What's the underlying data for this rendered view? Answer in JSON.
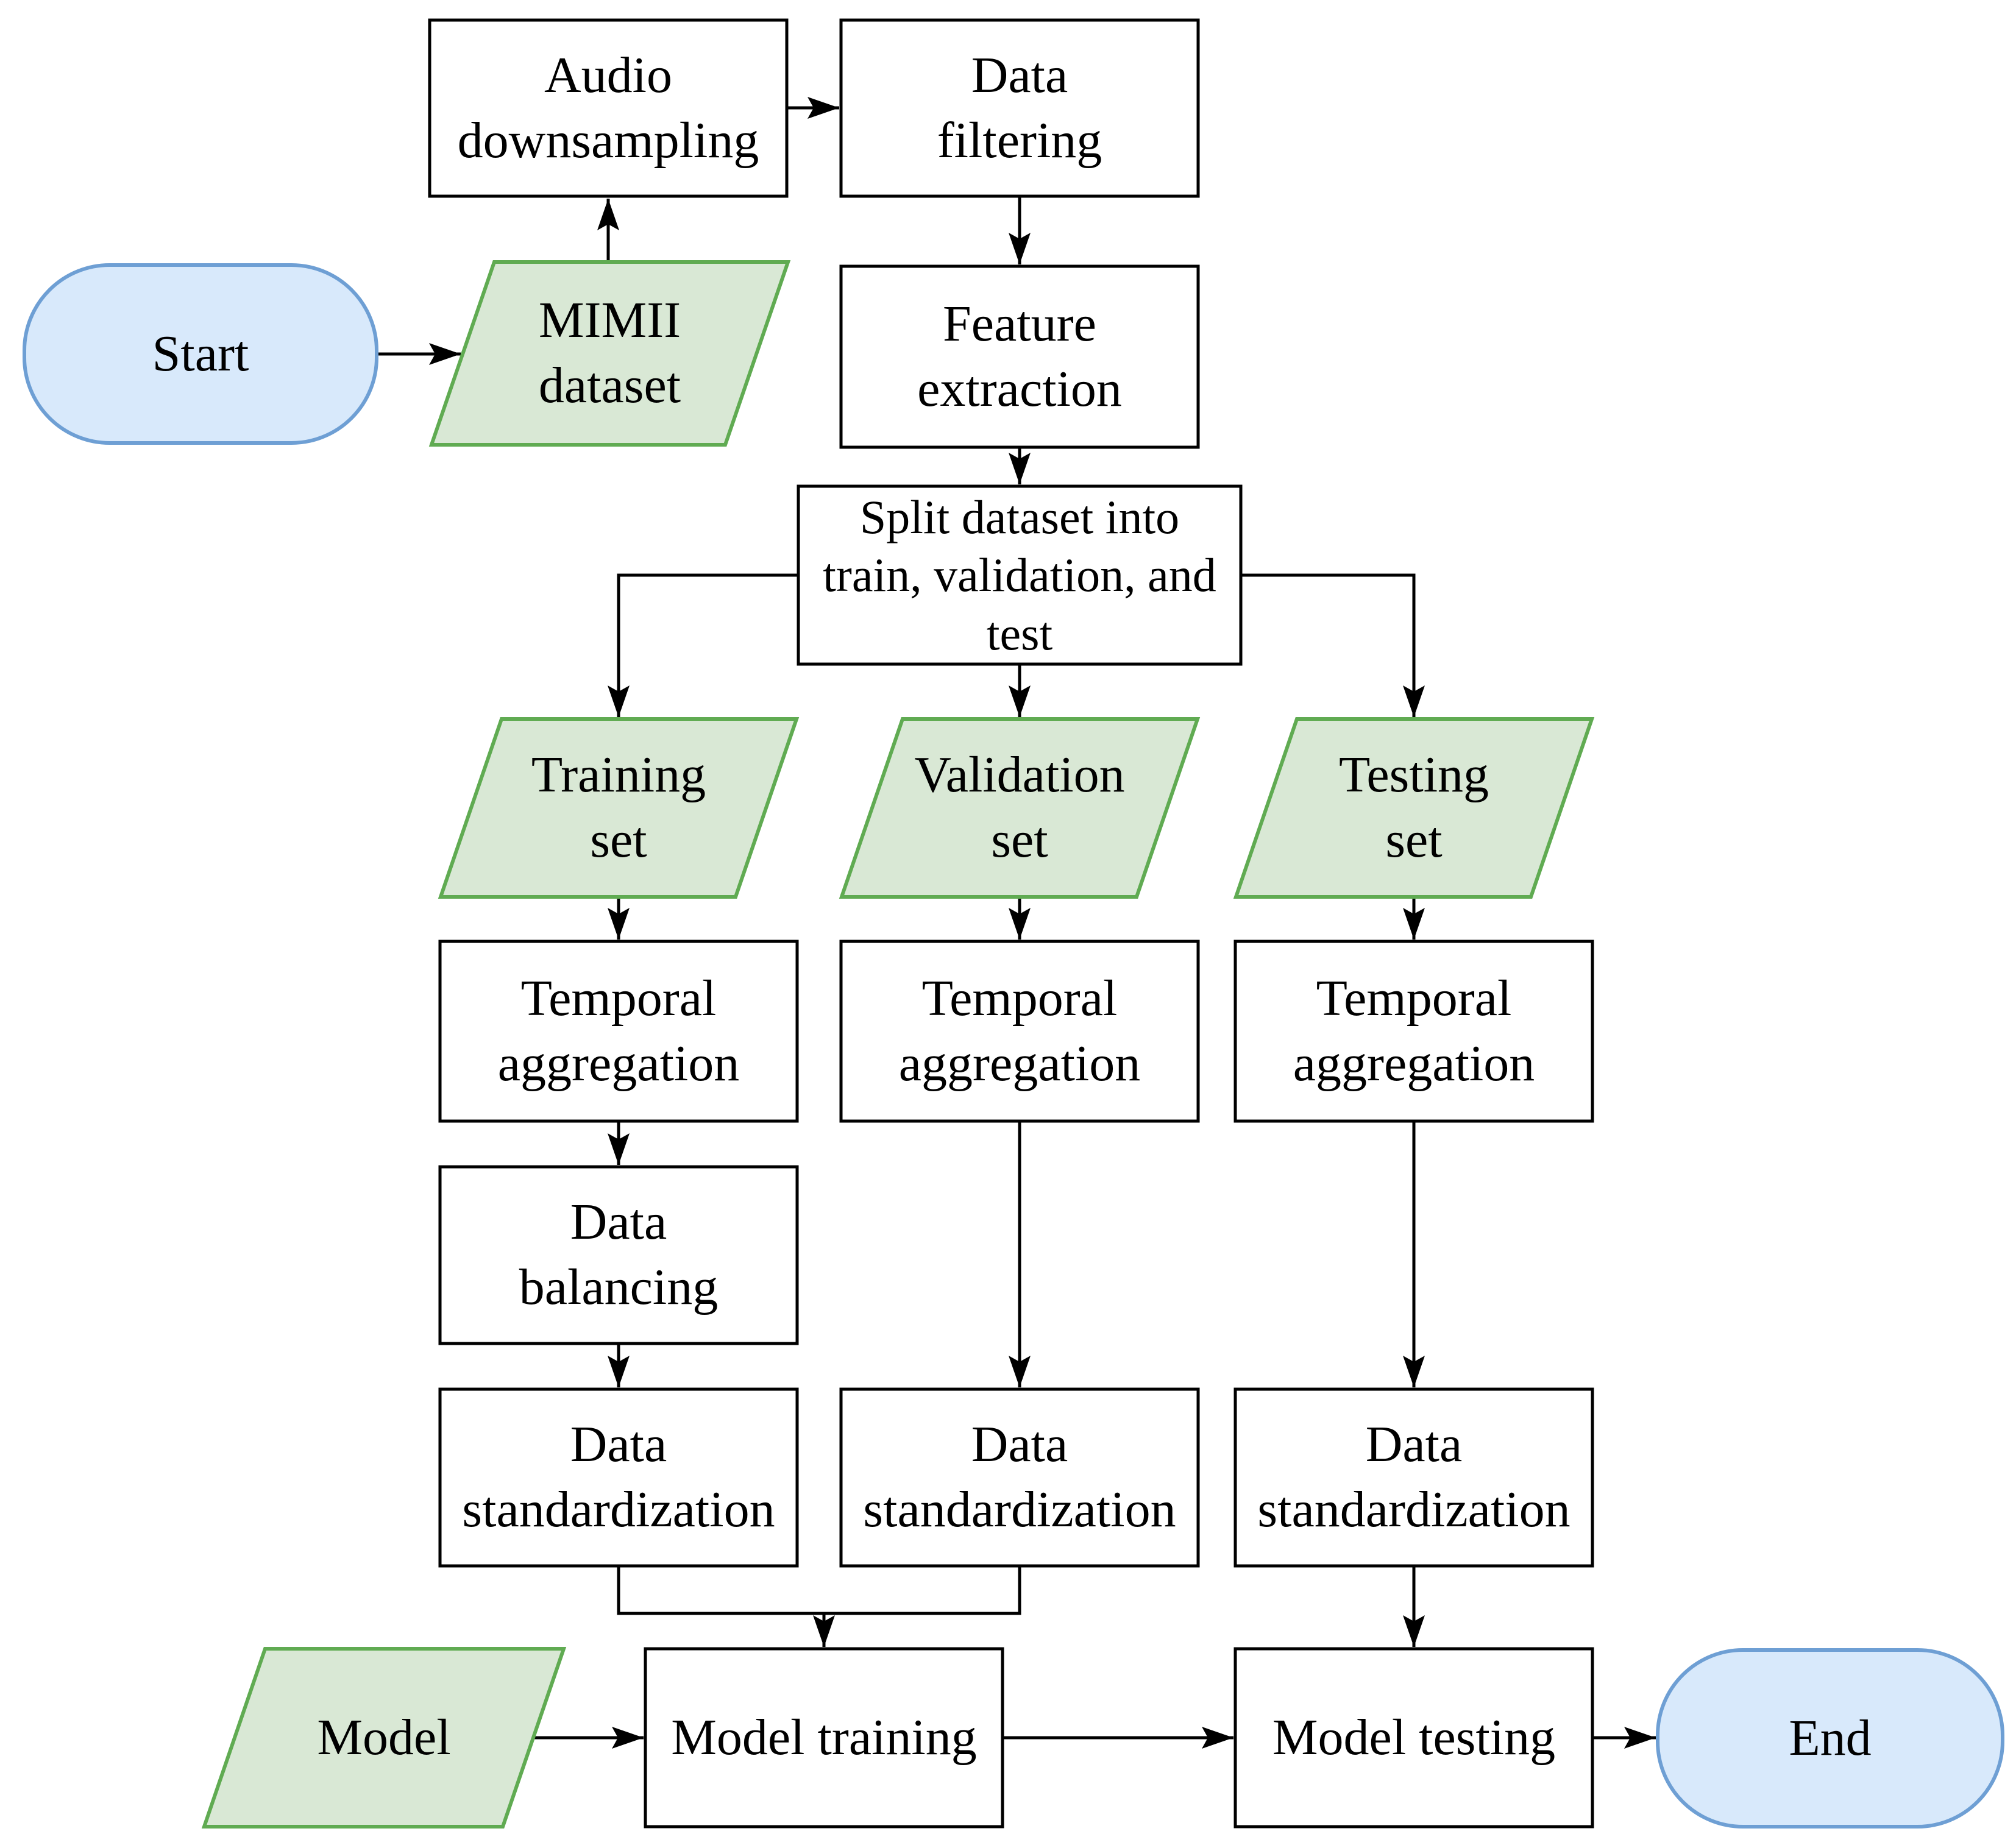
{
  "colors": {
    "background": "#ffffff",
    "terminator_fill": "#d8e9fb",
    "terminator_stroke": "#6e9fd4",
    "data_fill": "#d9e8d5",
    "data_stroke": "#60ab52",
    "process_fill": "#ffffff",
    "process_stroke": "#000000",
    "edge_color": "#000000",
    "text_color": "#000000"
  },
  "flowchart": {
    "nodes": {
      "start": {
        "label": "Start",
        "shape": "terminator"
      },
      "mimii_dataset": {
        "label": "MIMII\ndataset",
        "shape": "data"
      },
      "audio_downsampling": {
        "label": "Audio\ndownsampling",
        "shape": "process"
      },
      "data_filtering": {
        "label": "Data\nfiltering",
        "shape": "process"
      },
      "feature_extraction": {
        "label": "Feature\nextraction",
        "shape": "process"
      },
      "split_dataset": {
        "label": "Split dataset into\ntrain, validation, and\ntest",
        "shape": "process"
      },
      "training_set": {
        "label": "Training\nset",
        "shape": "data"
      },
      "validation_set": {
        "label": "Validation\nset",
        "shape": "data"
      },
      "testing_set": {
        "label": "Testing\nset",
        "shape": "data"
      },
      "temporal_aggregation_training": {
        "label": "Temporal\naggregation",
        "shape": "process"
      },
      "temporal_aggregation_validation": {
        "label": "Temporal\naggregation",
        "shape": "process"
      },
      "temporal_aggregation_testing": {
        "label": "Temporal\naggregation",
        "shape": "process"
      },
      "data_balancing": {
        "label": "Data\nbalancing",
        "shape": "process"
      },
      "data_standardization_training": {
        "label": "Data\nstandardization",
        "shape": "process"
      },
      "data_standardization_validation": {
        "label": "Data\nstandardization",
        "shape": "process"
      },
      "data_standardization_testing": {
        "label": "Data\nstandardization",
        "shape": "process"
      },
      "model": {
        "label": "Model",
        "shape": "data"
      },
      "model_training": {
        "label": "Model training",
        "shape": "process"
      },
      "model_testing": {
        "label": "Model testing",
        "shape": "process"
      },
      "end": {
        "label": "End",
        "shape": "terminator"
      }
    },
    "edges": [
      {
        "from": "start",
        "to": "mimii_dataset"
      },
      {
        "from": "mimii_dataset",
        "to": "audio_downsampling"
      },
      {
        "from": "audio_downsampling",
        "to": "data_filtering"
      },
      {
        "from": "data_filtering",
        "to": "feature_extraction"
      },
      {
        "from": "feature_extraction",
        "to": "split_dataset"
      },
      {
        "from": "split_dataset",
        "to": "training_set"
      },
      {
        "from": "split_dataset",
        "to": "validation_set"
      },
      {
        "from": "split_dataset",
        "to": "testing_set"
      },
      {
        "from": "training_set",
        "to": "temporal_aggregation_training"
      },
      {
        "from": "validation_set",
        "to": "temporal_aggregation_validation"
      },
      {
        "from": "testing_set",
        "to": "temporal_aggregation_testing"
      },
      {
        "from": "temporal_aggregation_training",
        "to": "data_balancing"
      },
      {
        "from": "data_balancing",
        "to": "data_standardization_training"
      },
      {
        "from": "temporal_aggregation_validation",
        "to": "data_standardization_validation"
      },
      {
        "from": "temporal_aggregation_testing",
        "to": "data_standardization_testing"
      },
      {
        "from": "data_standardization_training",
        "to": "model_training"
      },
      {
        "from": "data_standardization_validation",
        "to": "model_training"
      },
      {
        "from": "model",
        "to": "model_training"
      },
      {
        "from": "model_training",
        "to": "model_testing"
      },
      {
        "from": "data_standardization_testing",
        "to": "model_testing"
      },
      {
        "from": "model_testing",
        "to": "end"
      }
    ]
  }
}
